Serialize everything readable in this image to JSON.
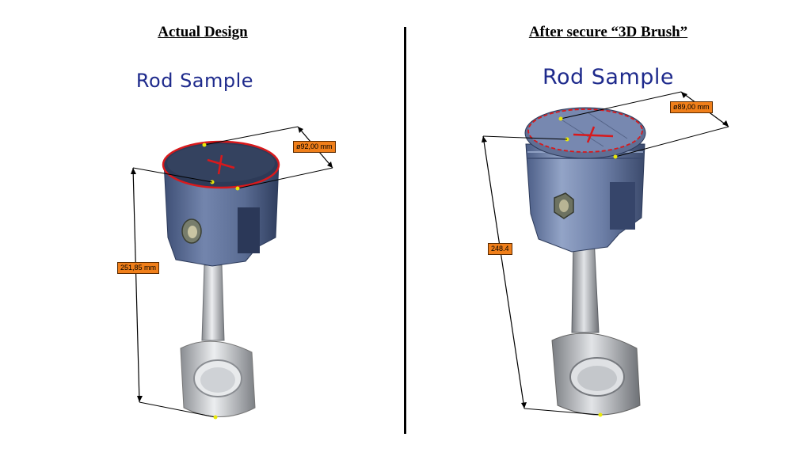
{
  "left_panel": {
    "heading": "Actual Design",
    "subtitle": "Rod Sample",
    "diameter_label": "ø92,00 mm",
    "length_label": "251,85 mm"
  },
  "right_panel": {
    "heading": "After secure “3D Brush”",
    "subtitle": "Rod Sample",
    "diameter_label": "ø89,00 mm",
    "length_label": "248.4"
  },
  "colors": {
    "piston_blue": "#5b6f96",
    "rod_grey": "#b9bcc1",
    "measure_red": "#d8191c",
    "label_orange": "#f07f1a"
  }
}
